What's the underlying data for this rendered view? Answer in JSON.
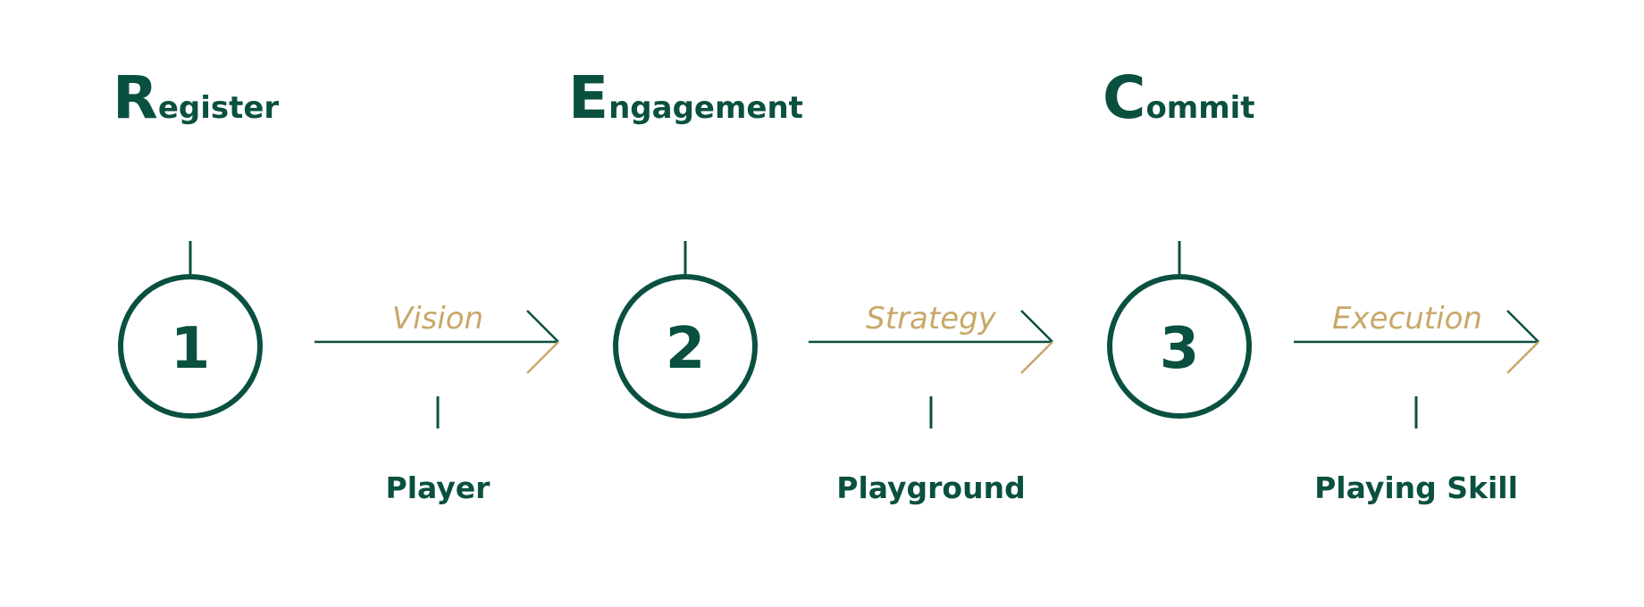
{
  "colors": {
    "primary": "#0a5040",
    "accent": "#c8a868",
    "background": "#ffffff"
  },
  "stages": [
    {
      "heading_initial": "R",
      "heading_rest": "egister",
      "number": "1",
      "arrow_label": "Vision",
      "bottom_label": "Player"
    },
    {
      "heading_initial": "E",
      "heading_rest": "ngagement",
      "number": "2",
      "arrow_label": "Strategy",
      "bottom_label": "Playground"
    },
    {
      "heading_initial": "C",
      "heading_rest": "ommit",
      "number": "3",
      "arrow_label": "Execution",
      "bottom_label": "Playing Skill"
    }
  ]
}
